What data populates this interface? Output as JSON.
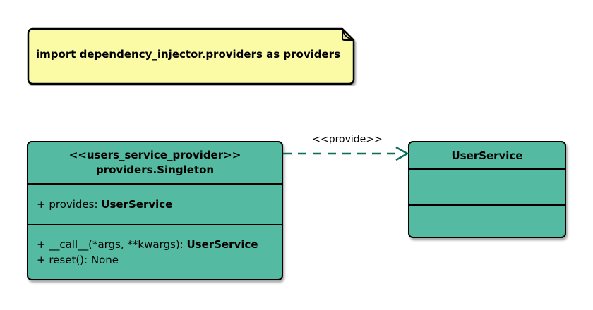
{
  "diagram": {
    "background_color": "#FFFFFF",
    "kind": "uml-class-diagram"
  },
  "note": {
    "text": "import dependency_injector.providers as providers",
    "fill_color": "#FBFBA6",
    "fold_color": "#DBDB97",
    "border_color": "#000000"
  },
  "provider_class": {
    "stereotype": "<<users_service_provider>>",
    "name": "providers.Singleton",
    "attributes": [
      {
        "text": "+ provides: ",
        "type": "UserService"
      }
    ],
    "methods": [
      {
        "text": "+ __call__(*args, **kwargs): ",
        "type": "UserService"
      },
      {
        "text": "+ reset(): None",
        "type": ""
      }
    ],
    "fill_color": "#54BAA2",
    "border_color": "#000000"
  },
  "service_class": {
    "name": "UserService",
    "compartments_empty": 2,
    "fill_color": "#54BAA2",
    "border_color": "#000000"
  },
  "relation": {
    "label": "<<provide>>",
    "style": "dashed",
    "arrowhead": "open",
    "color": "#0B6E5D"
  }
}
